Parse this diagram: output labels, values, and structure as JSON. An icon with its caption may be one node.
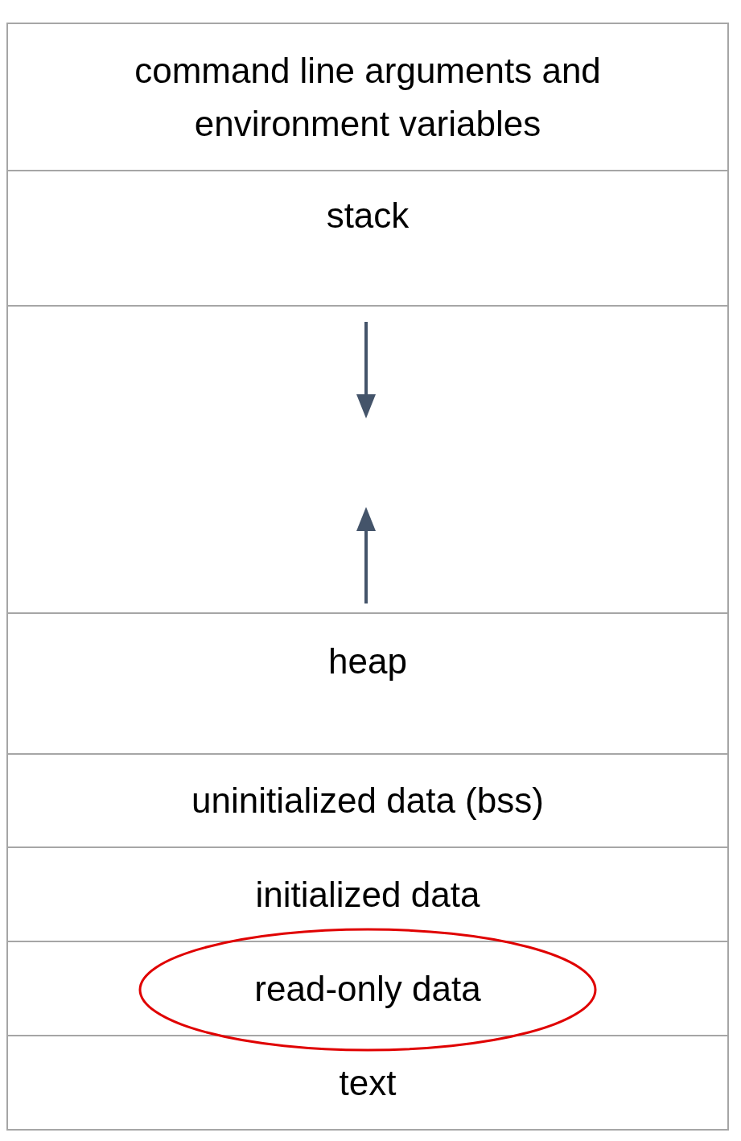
{
  "diagram": {
    "nodes": [
      {
        "text": [
          "command line arguments and environment variables"
        ]
      },
      {
        "text": [
          "stack"
        ]
      },
      {
        "text": [],
        "shape": "box"
      },
      {
        "text": [
          "heap"
        ]
      },
      {
        "text": [
          "uninitialized data (bss)"
        ]
      },
      {
        "text": [
          "initialized data"
        ]
      },
      {
        "text": [
          "read-only data"
        ]
      },
      {
        "text": [
          "text"
        ]
      }
    ]
  }
}
